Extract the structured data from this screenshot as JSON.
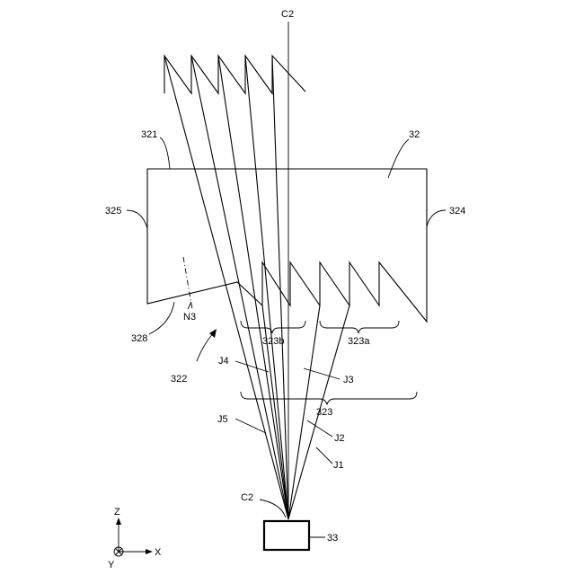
{
  "labels": {
    "c2_top": "C2",
    "c2_bottom": "C2",
    "part_32": "32",
    "part_321": "321",
    "part_325": "325",
    "part_324": "324",
    "part_328": "328",
    "part_322": "322",
    "part_323b": "323b",
    "part_323a": "323a",
    "part_323": "323",
    "n3": "N3",
    "j1": "J1",
    "j2": "J2",
    "j3": "J3",
    "j4": "J4",
    "j5": "J5",
    "part_33": "33",
    "axis_z": "Z",
    "axis_x": "X",
    "axis_y": "Y"
  }
}
